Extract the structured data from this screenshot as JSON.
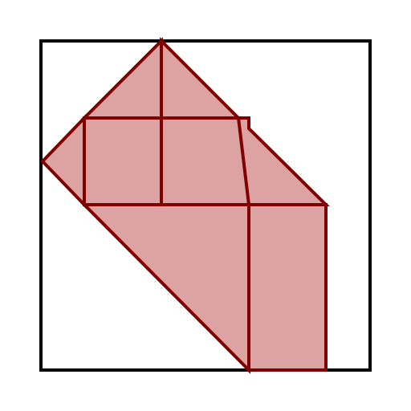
{
  "colors": {
    "background": "#ffffff",
    "frame_stroke": "#000000",
    "piece_fill": "#dda2a2",
    "piece_stroke": "#800000"
  },
  "diagram": {
    "frame": "square",
    "pieces": [
      {
        "id": "top-left-triangle",
        "shape": "triangle"
      },
      {
        "id": "top-right-triangle",
        "shape": "triangle"
      },
      {
        "id": "left-small-triangle",
        "shape": "triangle"
      },
      {
        "id": "left-square",
        "shape": "square"
      },
      {
        "id": "right-square",
        "shape": "square"
      },
      {
        "id": "right-small-triangle",
        "shape": "triangle"
      },
      {
        "id": "large-lower-triangle",
        "shape": "triangle"
      },
      {
        "id": "bottom-right-rectangle",
        "shape": "rectangle"
      }
    ]
  }
}
